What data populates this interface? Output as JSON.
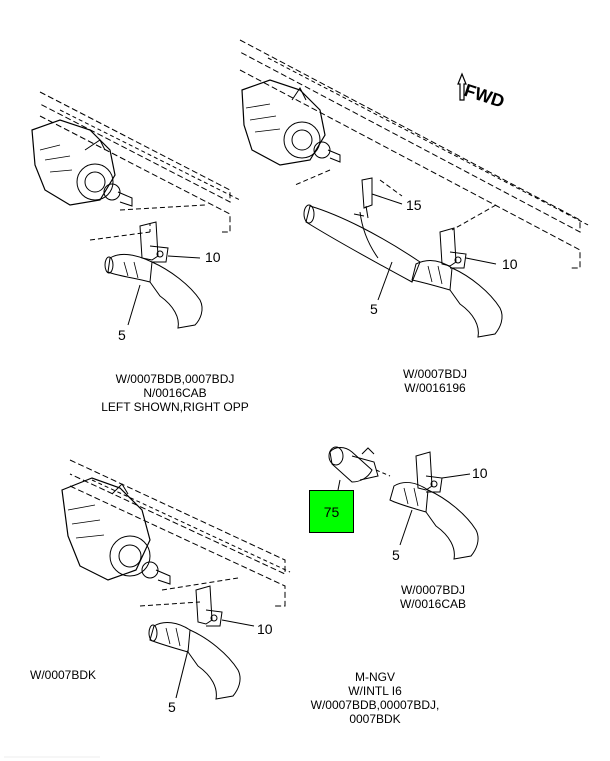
{
  "fwd_label": "FWD",
  "callouts": {
    "q1_part15": null,
    "q1_10": "10",
    "q1_5": "5",
    "q2_15": "15",
    "q2_10": "10",
    "q2_5": "5",
    "q3_10": "10",
    "q3_5": "5",
    "q4_10": "10",
    "q4_5": "5",
    "q4_75": "75"
  },
  "captions": {
    "top_left": [
      "W/0007BDB,0007BDJ",
      "N/0016CAB",
      "LEFT SHOWN,RIGHT OPP"
    ],
    "top_right": [
      "W/0007BDJ",
      "W/0016196"
    ],
    "mid_right": [
      "W/0007BDJ",
      "W/0016CAB"
    ],
    "bottom_left": [
      "W/0007BDK"
    ],
    "bottom_right": [
      "M-NGV",
      "W/INTL I6",
      "W/0007BDB,00007BDJ,",
      "0007BDK"
    ]
  },
  "highlight_color": "#00ff00"
}
